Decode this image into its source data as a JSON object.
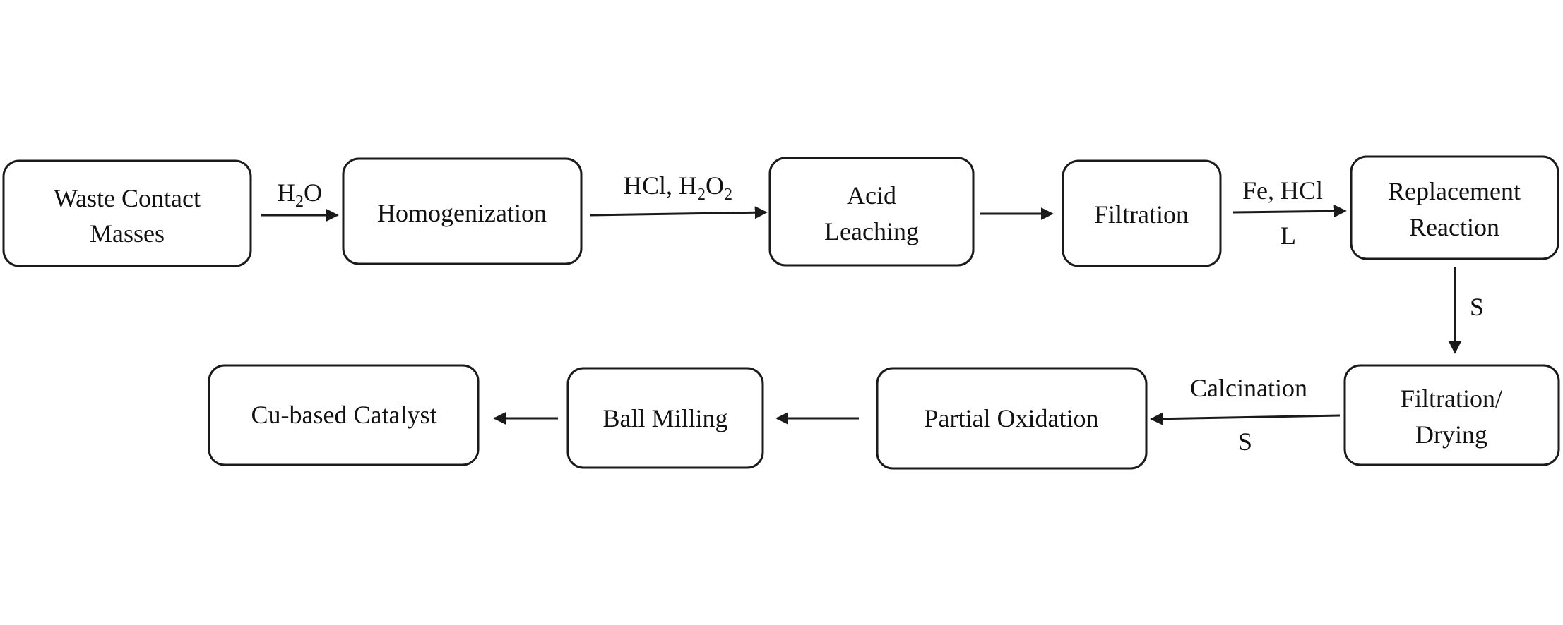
{
  "nodes": {
    "waste_contact_masses": {
      "line1": "Waste Contact",
      "line2": "Masses"
    },
    "homogenization": {
      "line1": "Homogenization"
    },
    "acid_leaching": {
      "line1": "Acid",
      "line2": "Leaching"
    },
    "filtration": {
      "line1": "Filtration"
    },
    "replacement_reaction": {
      "line1": "Replacement",
      "line2": "Reaction"
    },
    "filtration_drying": {
      "line1": "Filtration/",
      "line2": "Drying"
    },
    "partial_oxidation": {
      "line1": "Partial Oxidation"
    },
    "ball_milling": {
      "line1": "Ball Milling"
    },
    "cu_based_catalyst": {
      "line1": "Cu-based Catalyst"
    }
  },
  "edges": {
    "water": {
      "h": "H",
      "sub2": "2",
      "o": "O"
    },
    "hcl_h2o2": {
      "prefix": "HCl, H",
      "sub2": "2",
      "o": "O",
      "sub2b": "2"
    },
    "fe_hcl": {
      "label": "Fe, HCl",
      "below": "L"
    },
    "s_down": {
      "label": "S"
    },
    "calcination": {
      "label": "Calcination",
      "below": "S"
    }
  }
}
